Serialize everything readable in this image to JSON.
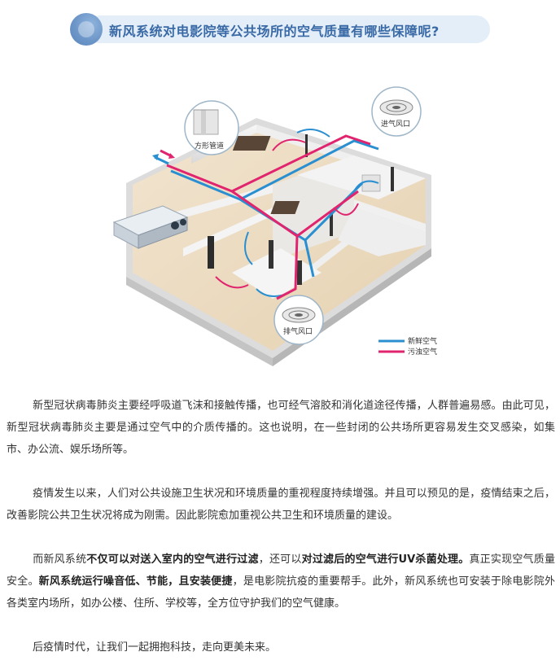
{
  "title": "新风系统对电影院等公共场所的空气质量有哪些保障呢?",
  "illustration": {
    "label_square_pipe": "方形管道",
    "label_intake": "进气风口",
    "label_exhaust": "排气风口",
    "legend_fresh": "新鲜空气",
    "legend_dirty": "污浊空气",
    "colors": {
      "fresh": "#2a8fd0",
      "dirty": "#e0246e"
    }
  },
  "paragraphs": {
    "p1": "新型冠状病毒肺炎主要经呼吸道飞沫和接触传播，也可经气溶胶和消化道途径传播，人群普遍易感。由此可见，新型冠状病毒肺炎主要是通过空气中的介质传播的。这也说明，在一些封闭的公共场所更容易发生交叉感染，如集市、办公流、娱乐场所等。",
    "p2": "疫情发生以来，人们对公共设施卫生状况和环境质量的重视程度持续增强。并且可以预见的是，疫情结束之后，改善影院公共卫生状况将成为刚需。因此影院愈加重视公共卫生和环境质量的建设。",
    "p3": {
      "s1": "而新风系统",
      "s2": "不仅可以对送入室内的空气进行过滤",
      "s3": "，还可以",
      "s4": "对过滤后的空气进行UV杀菌处理。",
      "s5": "真正实现空气质量安全。",
      "s6": "新风系统运行噪音低、节能，且安装便捷",
      "s7": "，是电影院抗疫的重要帮手。此外，新风系统也可安装于除电影院外各类室内场所，如办公楼、住所、学校等，全方位守护我们的空气健康。"
    },
    "p4": "后疫情时代，让我们一起拥抱科技，走向更美未来。"
  }
}
